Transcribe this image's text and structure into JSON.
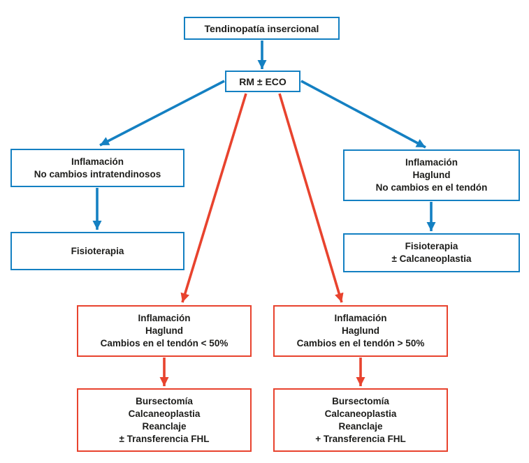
{
  "colors": {
    "blue": "#1480c2",
    "red": "#e8432e",
    "text": "#1d1d1b",
    "background": "#ffffff"
  },
  "nodes": {
    "root": {
      "text": "Tendinopatía insercional"
    },
    "decision": {
      "text": "RM ± ECO"
    },
    "left_condition": {
      "text": "Inflamación\nNo cambios intratendinosos"
    },
    "left_outcome": {
      "text": "Fisioterapia"
    },
    "right_condition": {
      "text": "Inflamación\nHaglund\nNo cambios en el tendón"
    },
    "right_outcome": {
      "text": "Fisioterapia\n± Calcaneoplastia"
    },
    "mid_left_condition": {
      "text": "Inflamación\nHaglund\nCambios en el tendón < 50%"
    },
    "mid_left_outcome": {
      "text": "Bursectomía\nCalcaneoplastia\nReanclaje\n± Transferencia FHL"
    },
    "mid_right_condition": {
      "text": "Inflamación\nHaglund\nCambios en el tendón > 50%"
    },
    "mid_right_outcome": {
      "text": "Bursectomía\nCalcaneoplastia\nReanclaje\n+ Transferencia FHL"
    }
  }
}
